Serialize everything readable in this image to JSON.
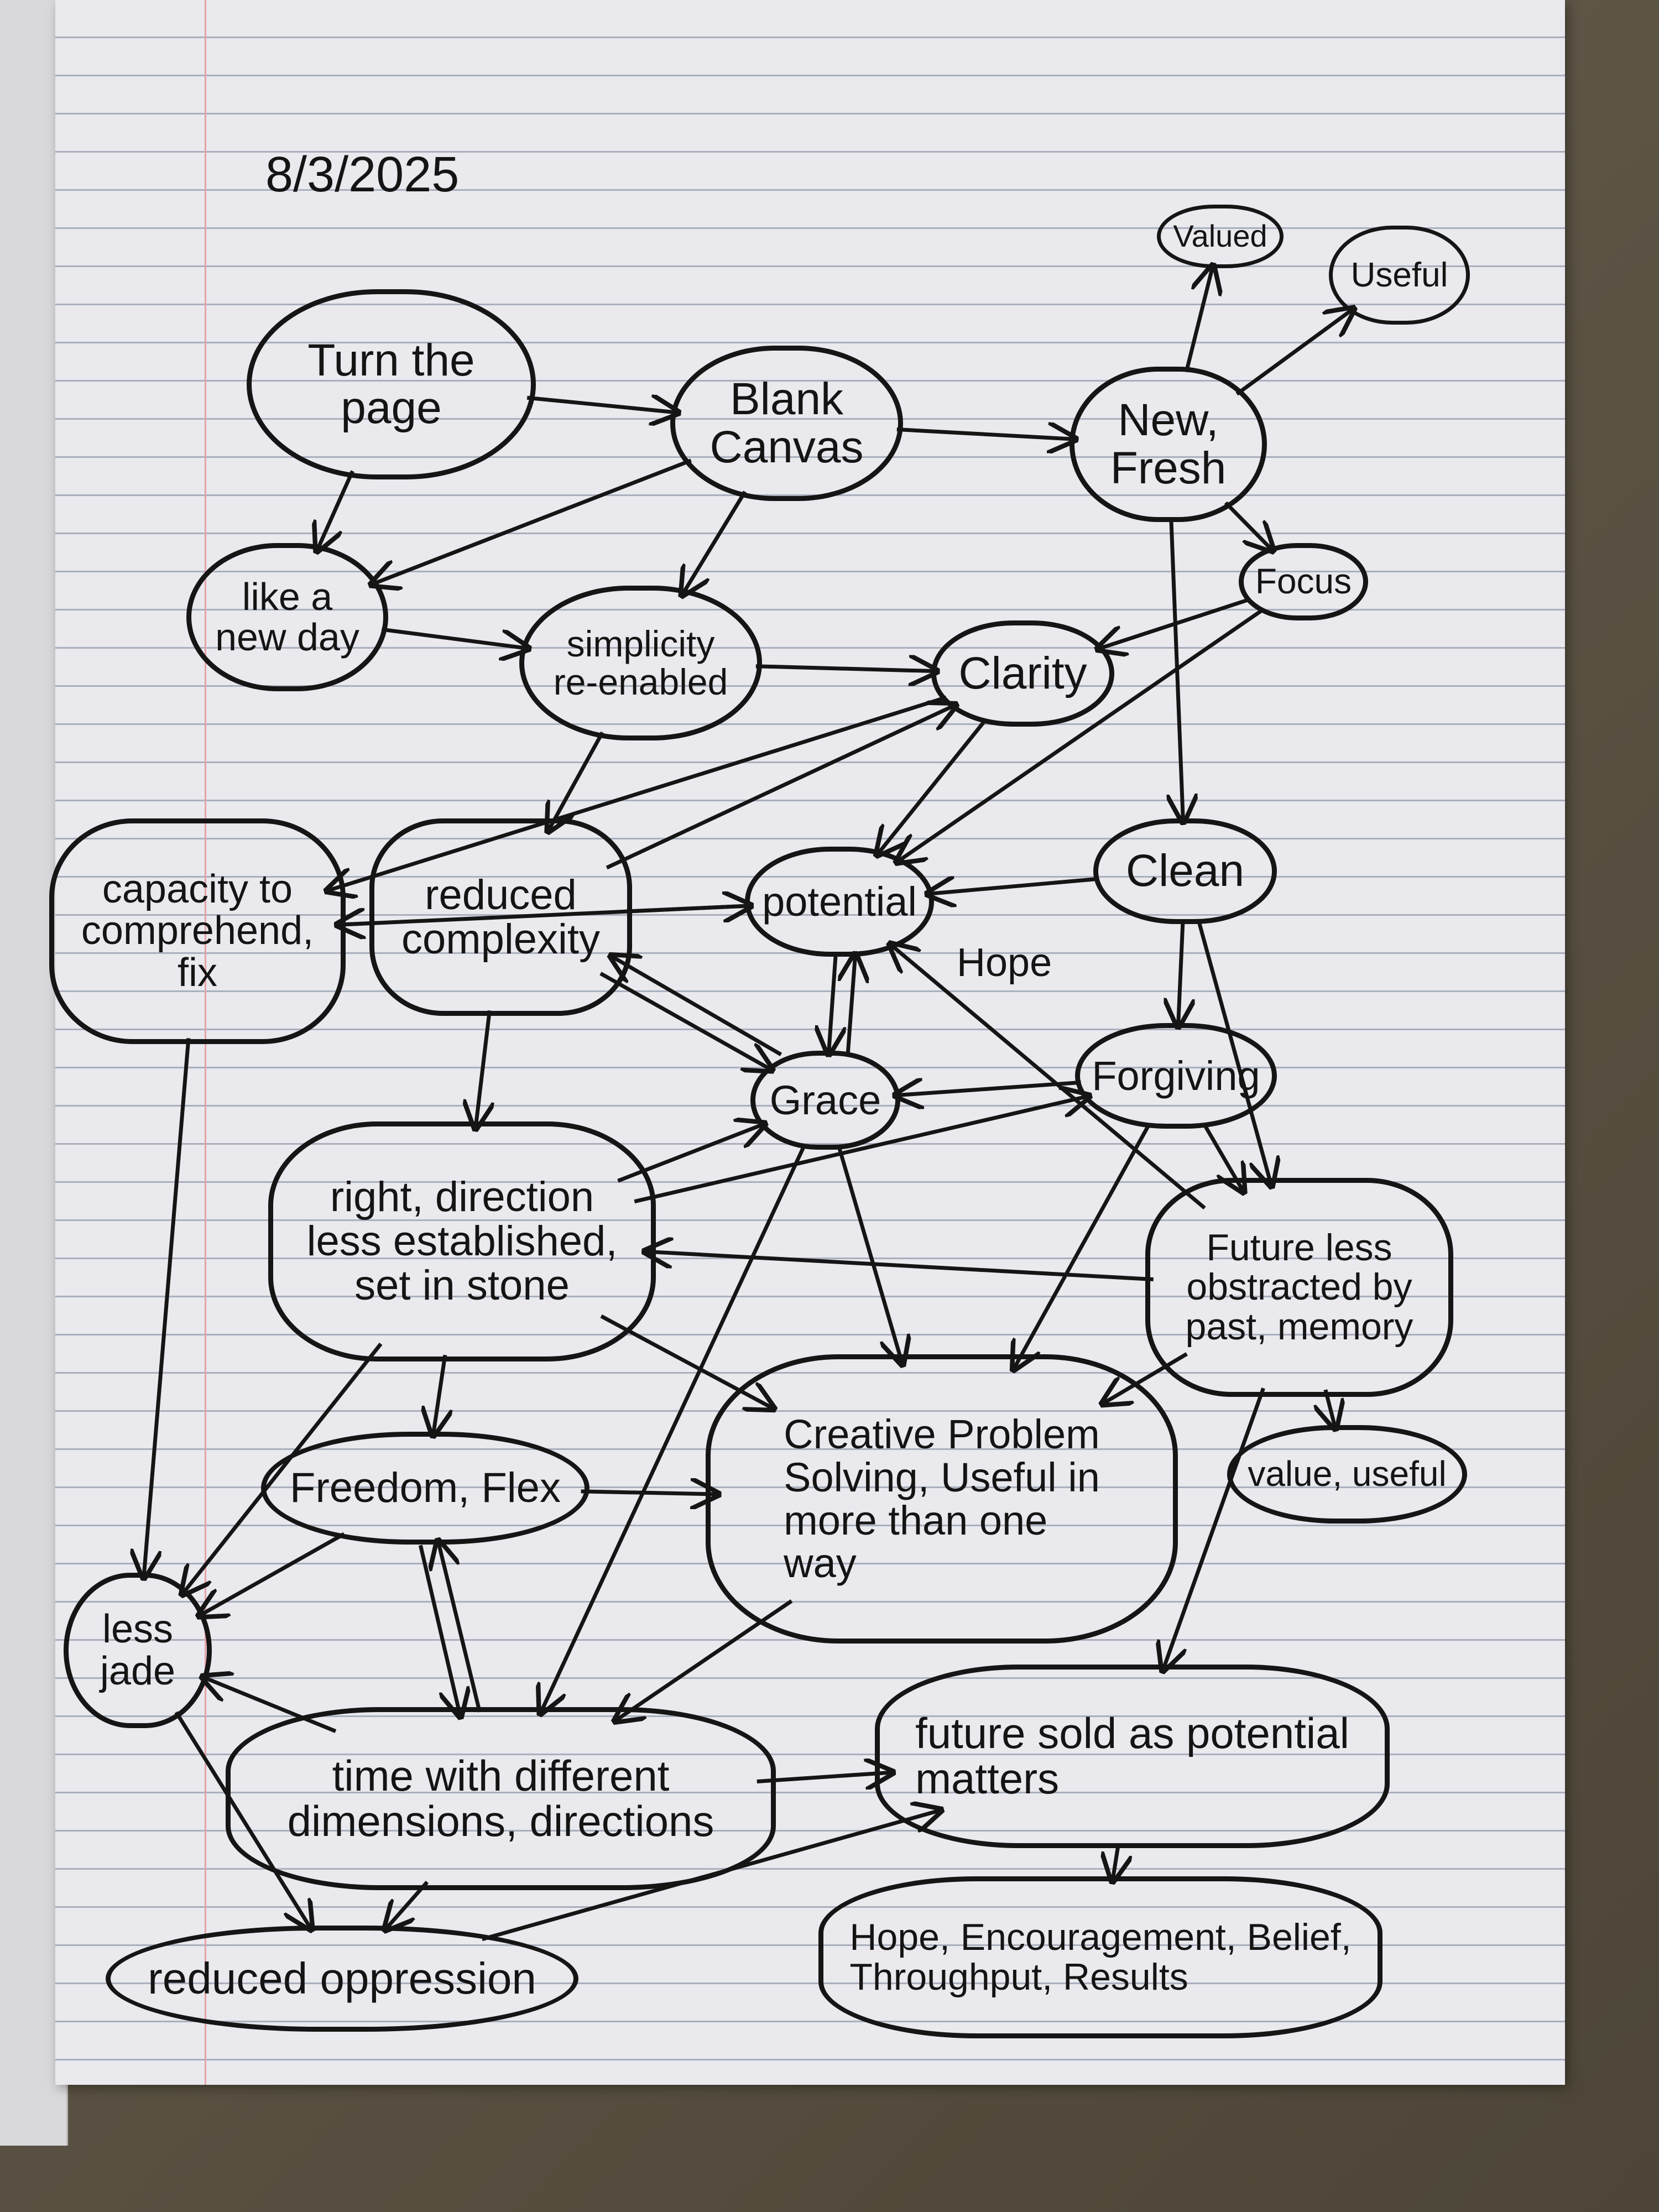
{
  "date": "8/3/2025",
  "free_label": "Hope",
  "colors": {
    "ink": "#151515",
    "paper": "#e9e9ee",
    "rule_lines": "#a9afbd",
    "margin_line": "#e6a3a8"
  },
  "nodes": {
    "turn": "Turn the\npage",
    "blank": "Blank\nCanvas",
    "newfresh": "New,\nFresh",
    "valued": "Valued",
    "useful": "Useful",
    "likeday": "like a\nnew day",
    "simplicity": "simplicity\nre-enabled",
    "clarity": "Clarity",
    "focus": "Focus",
    "capacity": "capacity to\ncomprehend,\nfix",
    "reduced": "reduced\ncomplexity",
    "potential": "potential",
    "clean": "Clean",
    "grace": "Grace",
    "forgiving": "Forgiving",
    "right": "right, direction\nless established,\nset in stone",
    "future": "Future less\nobstracted by\npast, memory",
    "freedom": "Freedom, Flex",
    "creative": "Creative Problem\nSolving, Useful in\nmore than one\nway",
    "value": "value, useful",
    "lessjade": "less\njade",
    "time": "time with different\ndimensions, directions",
    "futuresold": "future sold as potential\nmatters",
    "hope": "Hope, Encouragement, Belief,\nThroughput, Results",
    "oppression": "reduced oppression"
  },
  "edges": [
    [
      "turn",
      "blank"
    ],
    [
      "turn",
      "likeday"
    ],
    [
      "blank",
      "newfresh"
    ],
    [
      "blank",
      "likeday"
    ],
    [
      "blank",
      "simplicity"
    ],
    [
      "newfresh",
      "valued"
    ],
    [
      "newfresh",
      "useful"
    ],
    [
      "newfresh",
      "focus"
    ],
    [
      "newfresh",
      "clean"
    ],
    [
      "likeday",
      "simplicity"
    ],
    [
      "simplicity",
      "clarity"
    ],
    [
      "simplicity",
      "reduced"
    ],
    [
      "focus",
      "clarity"
    ],
    [
      "focus",
      "potential"
    ],
    [
      "clarity",
      "potential"
    ],
    [
      "clarity",
      "capacity"
    ],
    [
      "reduced",
      "capacity"
    ],
    [
      "reduced",
      "clarity"
    ],
    [
      "reduced",
      "potential"
    ],
    [
      "reduced",
      "right"
    ],
    [
      "reduced",
      "grace"
    ],
    [
      "grace",
      "reduced"
    ],
    [
      "capacity",
      "potential"
    ],
    [
      "capacity",
      "lessjade"
    ],
    [
      "clean",
      "potential"
    ],
    [
      "clean",
      "forgiving"
    ],
    [
      "clean",
      "future"
    ],
    [
      "potential",
      "grace"
    ],
    [
      "grace",
      "potential"
    ],
    [
      "forgiving",
      "grace"
    ],
    [
      "forgiving",
      "future"
    ],
    [
      "forgiving",
      "creative"
    ],
    [
      "future",
      "potential"
    ],
    [
      "future",
      "right"
    ],
    [
      "future",
      "creative"
    ],
    [
      "future",
      "value"
    ],
    [
      "future",
      "futuresold"
    ],
    [
      "grace",
      "creative"
    ],
    [
      "grace",
      "time"
    ],
    [
      "right",
      "grace"
    ],
    [
      "right",
      "forgiving"
    ],
    [
      "right",
      "creative"
    ],
    [
      "right",
      "freedom"
    ],
    [
      "right",
      "lessjade"
    ],
    [
      "freedom",
      "creative"
    ],
    [
      "freedom",
      "lessjade"
    ],
    [
      "time",
      "freedom"
    ],
    [
      "freedom",
      "time"
    ],
    [
      "creative",
      "time"
    ],
    [
      "time",
      "lessjade"
    ],
    [
      "time",
      "futuresold"
    ],
    [
      "time",
      "oppression"
    ],
    [
      "lessjade",
      "oppression"
    ],
    [
      "oppression",
      "futuresold"
    ],
    [
      "futuresold",
      "hope"
    ]
  ]
}
